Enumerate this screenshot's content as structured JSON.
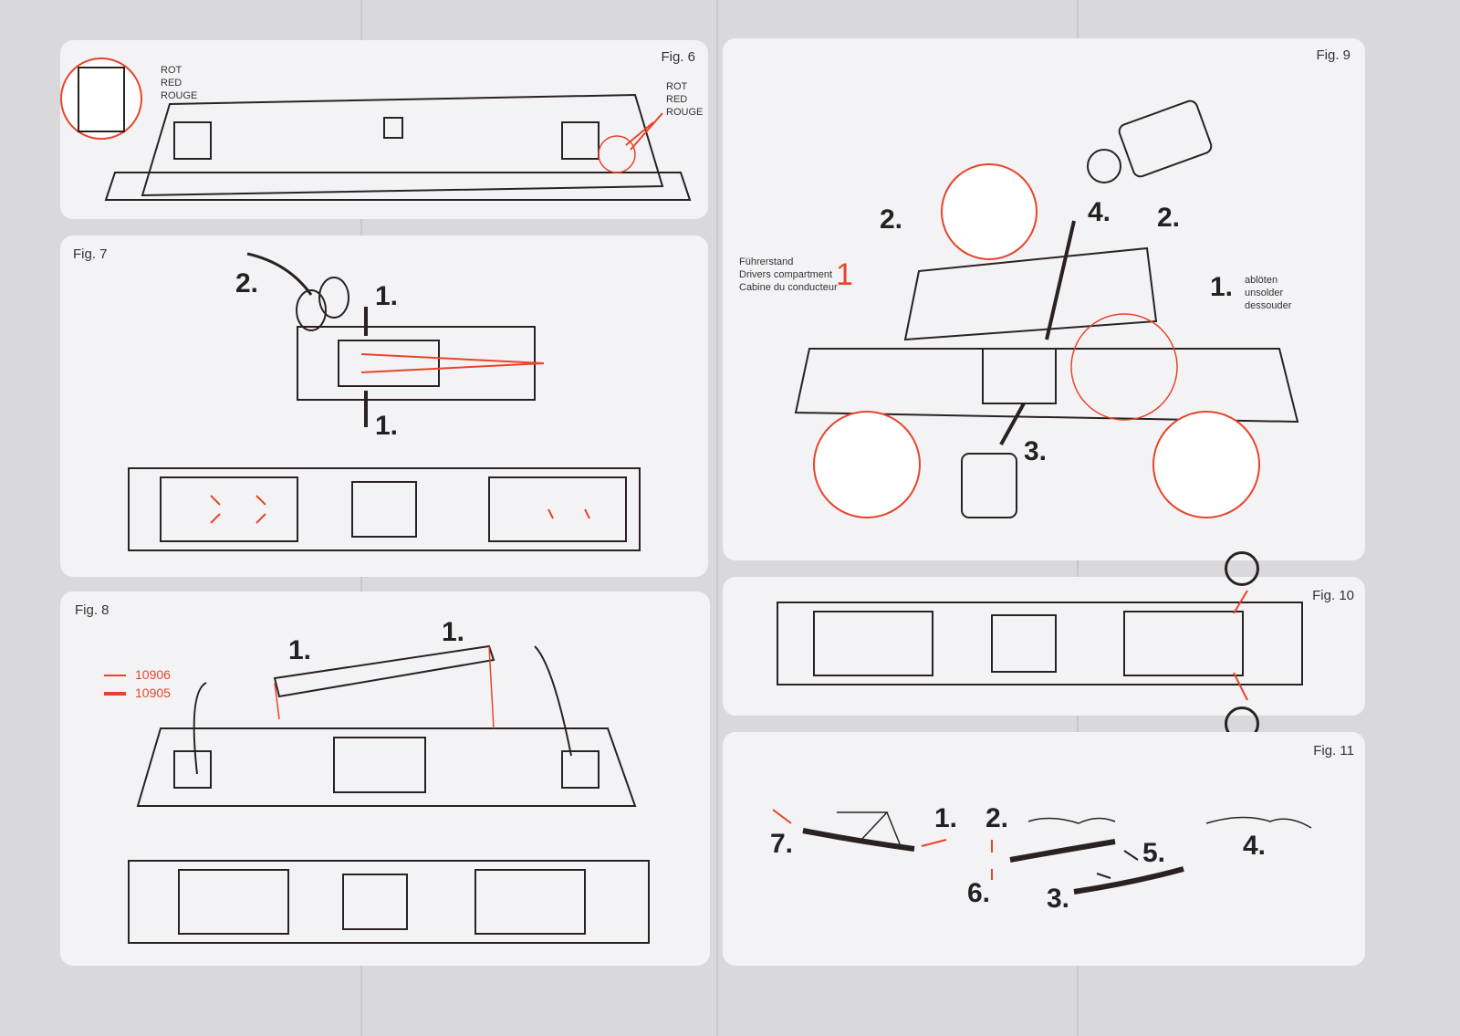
{
  "fig6": {
    "title": "Fig. 6",
    "left_label": [
      "ROT",
      "RED",
      "ROUGE"
    ],
    "right_label": [
      "ROT",
      "RED",
      "ROUGE"
    ]
  },
  "fig7": {
    "title": "Fig. 7",
    "steps": [
      "2.",
      "1.",
      "1."
    ]
  },
  "fig8": {
    "title": "Fig. 8",
    "steps": [
      "1.",
      "1."
    ],
    "legend": [
      {
        "code": "10906"
      },
      {
        "code": "10905"
      }
    ]
  },
  "fig9": {
    "title": "Fig. 9",
    "cab_label": [
      "Führerstand",
      "Drivers compartment",
      "Cabine du conducteur"
    ],
    "cab_number": "1",
    "unsolder_label": [
      "ablöten",
      "unsolder",
      "dessouder"
    ],
    "steps": [
      "2.",
      "4.",
      "2.",
      "1.",
      "3."
    ]
  },
  "fig10": {
    "title": "Fig. 10"
  },
  "fig11": {
    "title": "Fig. 11",
    "steps": [
      "1.",
      "2.",
      "7.",
      "5.",
      "4.",
      "6.",
      "3."
    ]
  },
  "colors": {
    "accent": "#e8442a",
    "line": "#2a2222"
  }
}
